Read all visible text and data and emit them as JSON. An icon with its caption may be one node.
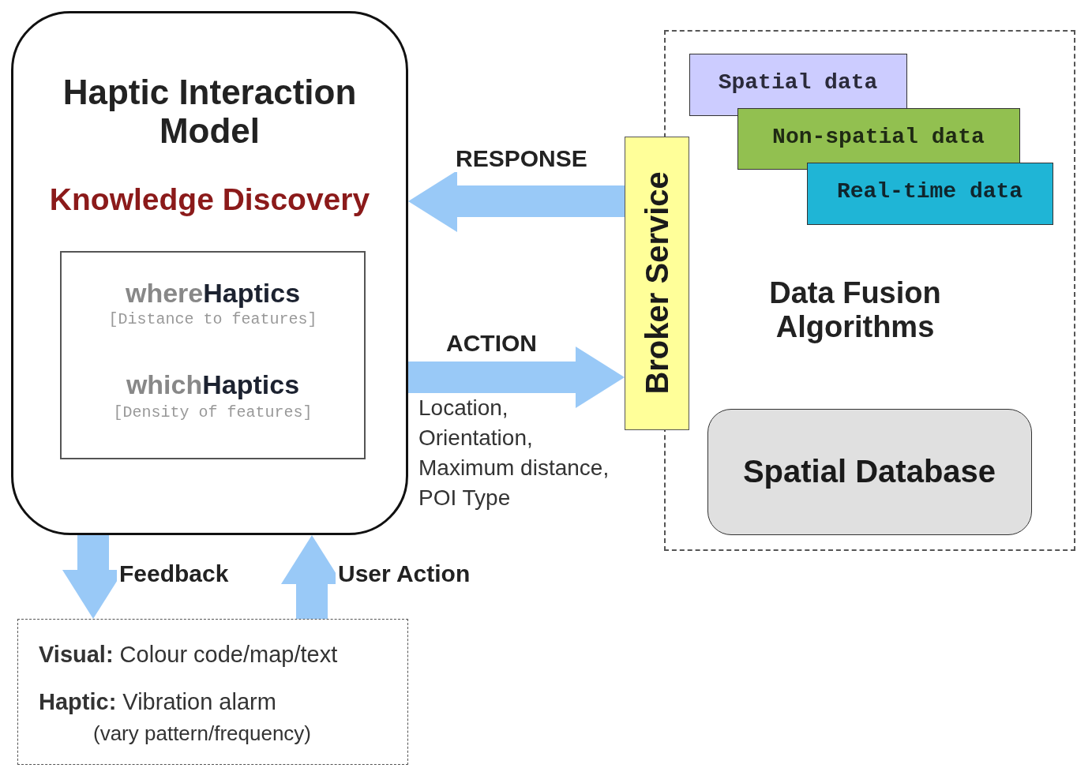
{
  "diagram": {
    "nodes": [
      {
        "text": [
          "Haptic Interaction Model",
          "Knowledge Discovery"
        ]
      },
      {
        "text": [
          "where**Haptics**",
          "[Distance to features]",
          "which**Haptics**",
          "[Density of features]"
        ],
        "in": 0
      },
      {
        "text": [
          "Broker Service"
        ]
      },
      {
        "text": [
          "Data Fusion Algorithms"
        ]
      },
      {
        "text": [
          "Spatial data"
        ],
        "in": 3
      },
      {
        "text": [
          "Non-spatial data"
        ],
        "in": 3
      },
      {
        "text": [
          "Real-time data"
        ],
        "in": 3
      },
      {
        "text": [
          "Spatial Database"
        ],
        "in": 3
      },
      {
        "text": [
          "**Visual:** Colour code/map/text",
          "**Haptic:** Vibration alarm",
          "(vary pattern/frequency)"
        ]
      }
    ],
    "edges": [
      {
        "from": 2,
        "to": 0,
        "arrow": "to",
        "label": "RESPONSE"
      },
      {
        "from": 0,
        "to": 2,
        "arrow": "to",
        "label": "ACTION"
      },
      {
        "from": 0,
        "to": 8,
        "arrow": "to",
        "label": "Feedback"
      },
      {
        "from": 8,
        "to": 0,
        "arrow": "to",
        "label": "User Action"
      }
    ],
    "labels": [
      "Location,",
      "Orientation,",
      "Maximum distance,",
      "POI Type"
    ]
  }
}
